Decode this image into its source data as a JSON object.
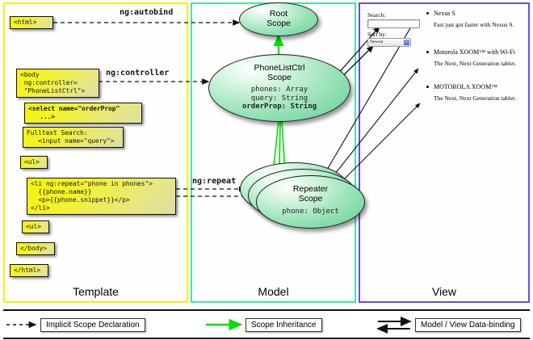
{
  "panels": {
    "template": {
      "title": "Template",
      "border_color": "#f2f20a",
      "boxes": [
        {
          "id": "html-open",
          "text": "<html>"
        },
        {
          "id": "body-open",
          "text": "<body\n ng:controller=\n \"PhoneListCtrl\">"
        },
        {
          "id": "select",
          "text": "<select name=\"orderProp\"\n   ...>"
        },
        {
          "id": "fulltext",
          "text": "Fulltext Search:\n   <input name=\"query\">"
        },
        {
          "id": "ul-open",
          "text": "<ul>"
        },
        {
          "id": "li-repeat",
          "text": "<li ng:repeat=\"phone in phones\">\n  {{phone.name}}\n  <p>{{phone.snippet}}</p>\n</li>"
        },
        {
          "id": "ul-close",
          "text": "<ul>"
        },
        {
          "id": "body-close",
          "text": "</body>"
        },
        {
          "id": "html-close",
          "text": "</html>"
        }
      ]
    },
    "model": {
      "title": "Model",
      "border_color": "#3ce8a8",
      "scopes": [
        {
          "id": "root-scope",
          "title_line1": "Root",
          "title_line2": "Scope",
          "props": []
        },
        {
          "id": "phonelistctrl-scope",
          "title_line1": "PhoneListCtrl",
          "title_line2": "Scope",
          "props": [
            {
              "text": "phones: Array",
              "bold": false
            },
            {
              "text": "query: String",
              "bold": false
            },
            {
              "text": "orderProp: String",
              "bold": true
            }
          ]
        },
        {
          "id": "repeater-scope",
          "title_line1": "Repeater",
          "title_line2": "Scope",
          "props": [
            {
              "text": "phone: Object",
              "bold": false
            }
          ]
        }
      ]
    },
    "view": {
      "title": "View",
      "border_color": "#6b4ce0",
      "search_label": "Search:",
      "search_value": "",
      "sort_label": "Sort by:",
      "sort_selected": "Newest",
      "phones": [
        {
          "name": "Nexus S",
          "snippet": "Fast just got faster with Nexus S."
        },
        {
          "name": "Motorola XOOM™ with Wi-Fi",
          "snippet": "The Next, Next Generation tablet."
        },
        {
          "name": "MOTOROLA XOOM™",
          "snippet": "The Next, Next Generation tablet."
        }
      ]
    }
  },
  "connectors": {
    "autobind": "ng:autobind",
    "controller": "ng:controller",
    "repeat": "ng:repeat"
  },
  "legend": {
    "items": [
      {
        "id": "implicit-scope-declaration",
        "label": "Implicit Scope Declaration",
        "style": "dashed-arrow",
        "color": "#111111"
      },
      {
        "id": "scope-inheritance",
        "label": "Scope Inheritance",
        "style": "green-arrow",
        "color": "#00e000"
      },
      {
        "id": "model-view-data-binding",
        "label": "Model / View Data-binding",
        "style": "double-arrow",
        "color": "#111111"
      }
    ]
  }
}
